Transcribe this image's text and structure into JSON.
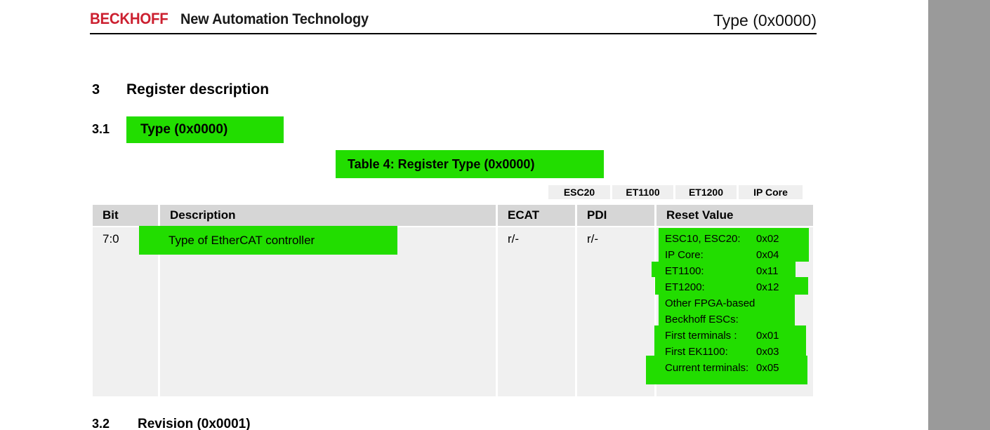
{
  "header": {
    "brand_logo": "BECKHOFF",
    "brand_tagline": "New Automation Technology",
    "right_title": "Type (0x0000)"
  },
  "sections": {
    "chapter": {
      "number": "3",
      "title": "Register description"
    },
    "current": {
      "number": "3.1",
      "title": "Type (0x0000)"
    },
    "next": {
      "number": "3.2",
      "title": "Revision (0x0001)"
    }
  },
  "table_caption": "Table 4: Register Type (0x0000)",
  "device_tabs": [
    {
      "label": "ESC20"
    },
    {
      "label": "ET1100"
    },
    {
      "label": "ET1200"
    },
    {
      "label": "IP Core"
    }
  ],
  "register_table": {
    "columns": [
      "Bit",
      "Description",
      "ECAT",
      "PDI",
      "Reset Value"
    ],
    "row": {
      "bit": "7:0",
      "description": "Type of EtherCAT controller",
      "ecat": "r/-",
      "pdi": "r/-",
      "reset_values": [
        {
          "label": "ESC10, ESC20:",
          "value": "0x02"
        },
        {
          "label": "IP Core:",
          "value": "0x04"
        },
        {
          "label": "ET1100:",
          "value": "0x11"
        },
        {
          "label": "ET1200:",
          "value": "0x12"
        },
        {
          "label": "Other FPGA-based",
          "value": ""
        },
        {
          "label": "Beckhoff ESCs:",
          "value": ""
        },
        {
          "label": "First terminals :",
          "value": "0x01"
        },
        {
          "label": "First EK1100:",
          "value": "0x03"
        },
        {
          "label": "Current terminals:",
          "value": "0x05"
        }
      ]
    }
  },
  "colors": {
    "highlight_green": "#22dd00",
    "brand_red": "#cc2030",
    "header_cell_gray": "#d6d6d6",
    "body_cell_gray": "#f0f0f0",
    "gutter_gray": "#9a9a9a"
  }
}
